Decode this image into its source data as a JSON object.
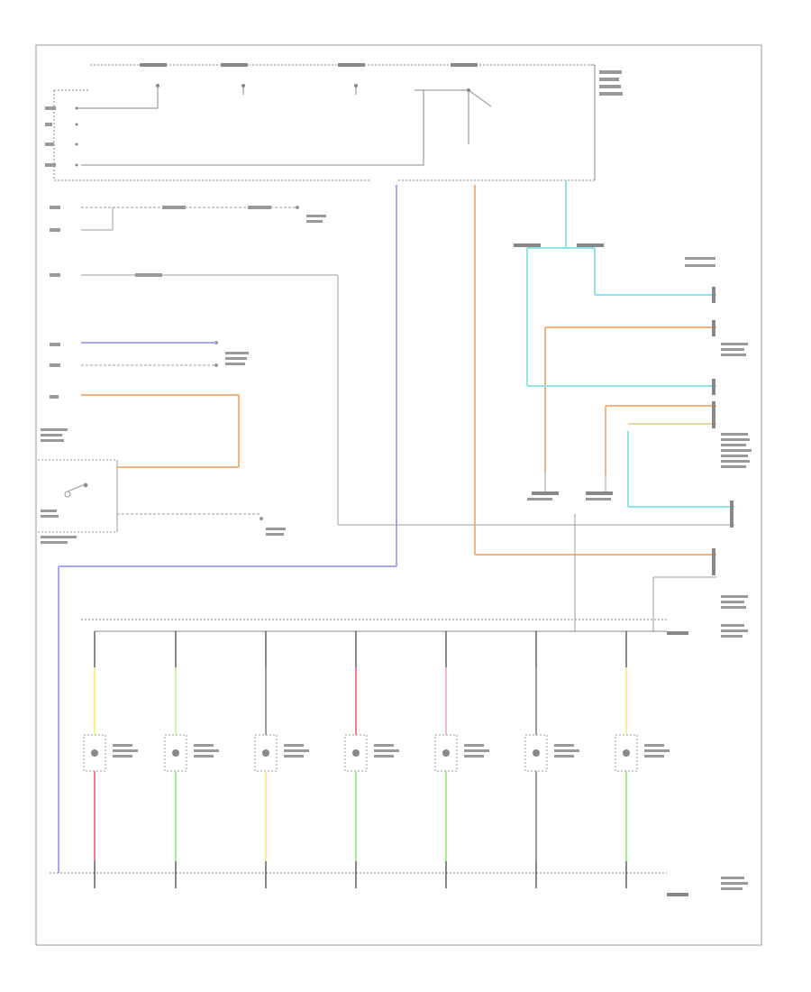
{
  "figure_id": "",
  "sheet_labels": [],
  "wire_colors": {
    "blue_violet": "#a9a7f5",
    "orange": "#f4b47f",
    "cyan": "#8fe6ea",
    "yellow": "#f7f296",
    "red": "#f07f8a",
    "pink": "#f6b9c3",
    "green": "#a9ee8f",
    "light_green": "#cdf5a5",
    "gray": "#9c9c9c",
    "black": "#3a3a3a"
  },
  "components": [
    {
      "id": "under-dash-fuse-box",
      "kind": "module"
    },
    {
      "id": "gauge-control-module",
      "kind": "module"
    },
    {
      "id": "headlight-switch",
      "kind": "switch"
    },
    {
      "id": "door-lock-indicator",
      "kind": "module"
    },
    {
      "id": "hazard-switch",
      "kind": "switch"
    },
    {
      "id": "climate-control-unit",
      "kind": "module"
    },
    {
      "id": "audio-unit",
      "kind": "module"
    },
    {
      "id": "bulb-1",
      "kind": "bulb",
      "wire": "yellow-red"
    },
    {
      "id": "bulb-2",
      "kind": "bulb",
      "wire": "light-green"
    },
    {
      "id": "bulb-3",
      "kind": "bulb",
      "wire": "yellow"
    },
    {
      "id": "bulb-4",
      "kind": "bulb",
      "wire": "red-green"
    },
    {
      "id": "bulb-5",
      "kind": "bulb",
      "wire": "pink-green"
    },
    {
      "id": "bulb-6",
      "kind": "bulb",
      "wire": "gray"
    },
    {
      "id": "bulb-7",
      "kind": "bulb",
      "wire": "yellow-green"
    }
  ]
}
